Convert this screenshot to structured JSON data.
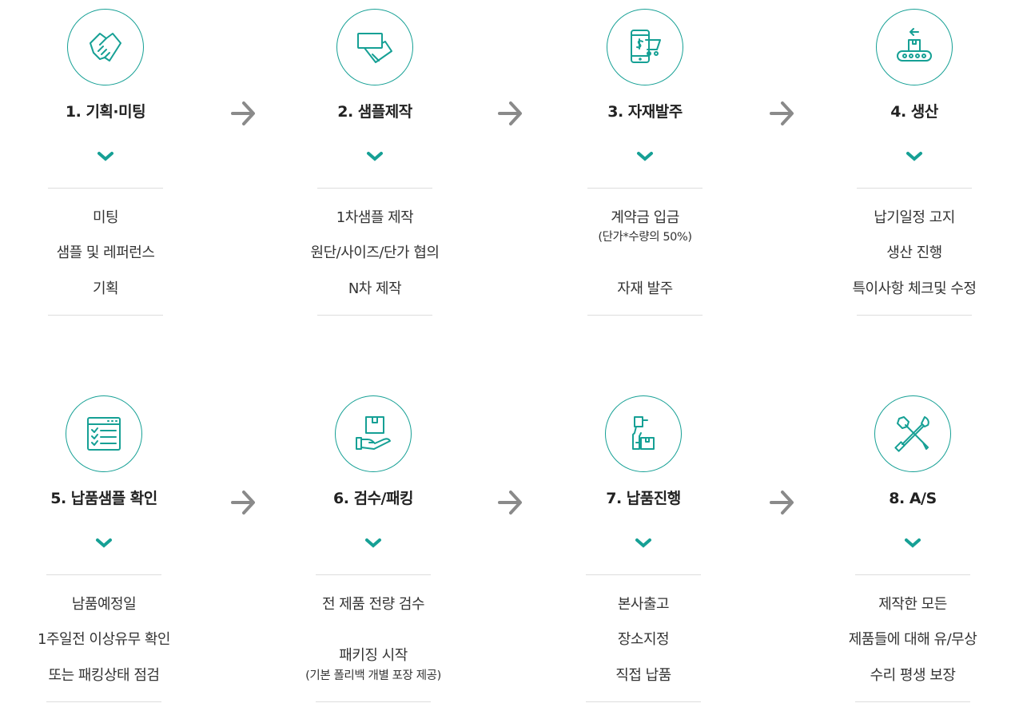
{
  "colors": {
    "accent": "#16a095",
    "arrow": "#8a8a8a",
    "divider": "#dddddd"
  },
  "steps": [
    {
      "icon": "handshake-icon",
      "title": "1. 기획·미팅",
      "lines": [
        "미팅",
        "샘플 및 레퍼런스",
        "기획"
      ]
    },
    {
      "icon": "sample-card-icon",
      "title": "2. 샘플제작",
      "lines": [
        "1차샘플 제작",
        "원단/사이즈/단가 협의",
        "N차 제작"
      ]
    },
    {
      "icon": "mobile-order-icon",
      "title": "3. 자재발주",
      "lines": [
        "계약금 입금",
        "(단가*수량의 50%)",
        "자재 발주"
      ]
    },
    {
      "icon": "conveyor-icon",
      "title": "4. 생산",
      "lines": [
        "납기일정 고지",
        "생산 진행",
        "특이사항 체크및 수정"
      ]
    },
    {
      "icon": "checklist-icon",
      "title": "5. 납품샘플 확인",
      "lines": [
        "남품예정일",
        "1주일전 이상유무 확인",
        "또는 패킹상태 점검"
      ]
    },
    {
      "icon": "hand-box-icon",
      "title": "6. 검수/패킹",
      "lines": [
        "전 제품 전량 검수",
        "패키징 시작",
        "(기본 폴리백 개별 포장 제공)"
      ]
    },
    {
      "icon": "delivery-dolly-icon",
      "title": "7. 납품진행",
      "lines": [
        "본사출고",
        "장소지정",
        "직접 납품"
      ]
    },
    {
      "icon": "tools-icon",
      "title": "8. A/S",
      "lines": [
        "제작한 모든",
        "제품들에 대해 유/무상",
        "수리 평생 보장"
      ]
    }
  ]
}
